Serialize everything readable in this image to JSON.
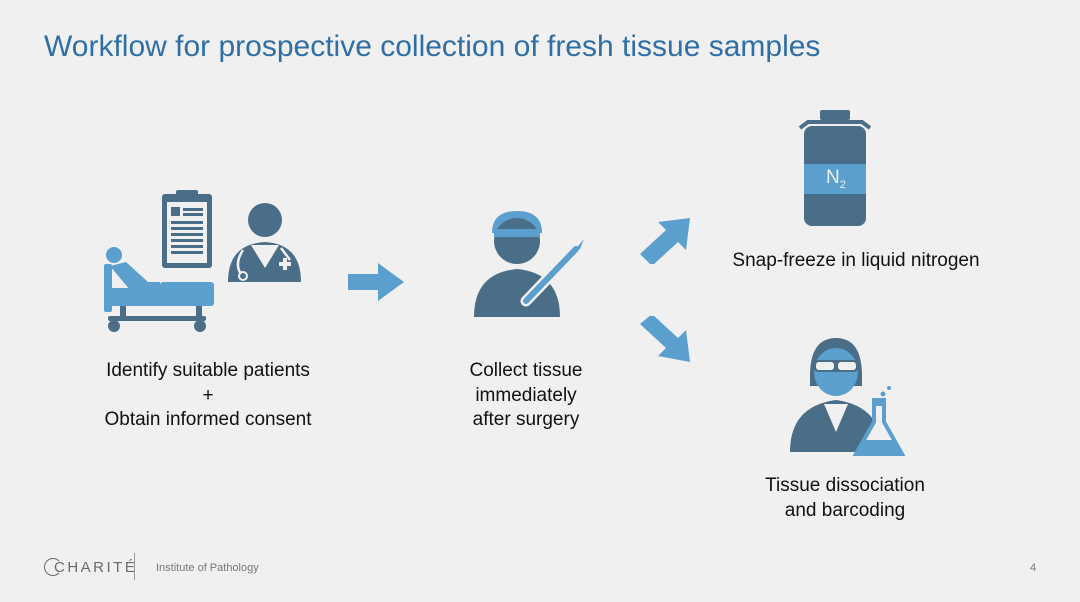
{
  "title": "Workflow for prospective collection of fresh tissue samples",
  "steps": {
    "identify": {
      "line1": "Identify suitable patients",
      "line2": "+",
      "line3": "Obtain informed consent"
    },
    "collect": {
      "line1": "Collect tissue",
      "line2": "immediately",
      "line3": "after surgery"
    },
    "freeze": {
      "line1": "Snap-freeze in liquid nitrogen"
    },
    "dissociate": {
      "line1": "Tissue dissociation",
      "line2": "and barcoding"
    }
  },
  "nitrogen_label": {
    "symbol": "N",
    "subscript": "2"
  },
  "footer": {
    "logo": "CHARITÉ",
    "institute": "Institute of Pathology",
    "page_number": "4"
  },
  "colors": {
    "title": "#2f6fa6",
    "icon_dark": "#4b6e88",
    "icon_light": "#5b9fcf",
    "background": "#f0f0f0"
  }
}
